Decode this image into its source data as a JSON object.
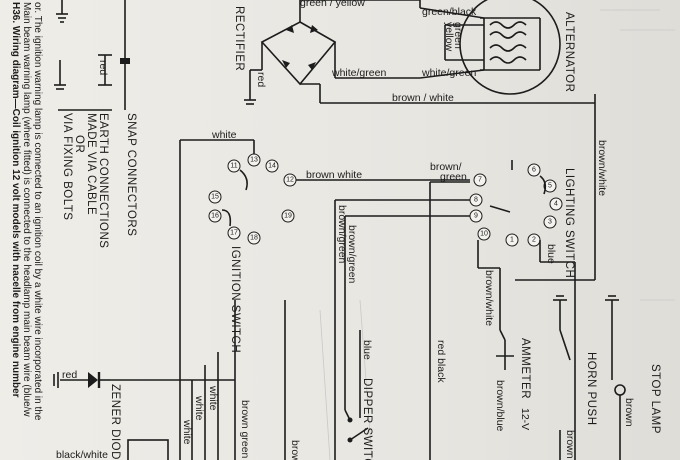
{
  "caption": {
    "line1": "H36. Wiring diagram—Coil ignition 12 volt models with nacelle from engine number",
    "line2": "Main beam warning lamp (where fitted) is connected to the headlamp main beam wire (blue/w",
    "line3": "or. The ignition warning lamp is connected to an ignition coil by a white wire incorporated in the"
  },
  "components": {
    "alternator": "ALTERNATOR",
    "rectifier": "RECTIFIER",
    "lighting_switch": "LIGHTING SWITCH",
    "ignition_switch": "IGNITION SWITCH",
    "ammeter": "AMMETER",
    "horn_push": "HORN PUSH",
    "stop_lamp": "STOP LAMP",
    "dipper_switch": "DIPPER SWITCH",
    "zener_diode": "ZENER DIODE"
  },
  "legend": {
    "snap": "SNAP CONNECTORS",
    "earth1": "EARTH CONNECTIONS",
    "earth2": "MADE VIA CABLE",
    "earth3": "OR",
    "bolts": "VIA FIXING BOLTS"
  },
  "wires": {
    "green_yellow": "green / yellow",
    "green_black": "green/black",
    "green": "green",
    "yellow": "yellow",
    "white_green_1": "white/green",
    "white_green_2": "white/green",
    "brown_white_1": "brown / white",
    "brown_white_2": "brown/white",
    "brown_white_3": "brown  white",
    "brown_white_4": "brown/white",
    "brown_green_1": "brown/",
    "brown_green_2": "green",
    "brown_green_3": "brown/green",
    "brown_green_4": "brown/green",
    "white_1": "white",
    "white_2": "white",
    "white_3": "white",
    "white_4": "white",
    "red_1": "red",
    "red_2": "red",
    "red_3": "red",
    "red_black": "red  black",
    "blue_1": "blue",
    "blue_2": "blue",
    "brown_blue": "brown/blue",
    "brown_1": "brown",
    "brown_2": "brown",
    "brown_3": "brown",
    "brown_green_5": "brown  green",
    "black_white": "black/white",
    "volt": "12-V"
  },
  "terminals": {
    "t11": "11",
    "t12": "12",
    "t13": "13",
    "t14": "14",
    "t15": "15",
    "t16": "16",
    "t17": "17",
    "t18": "18",
    "t19": "19",
    "t1": "1",
    "t2": "2",
    "t3": "3",
    "t4": "4",
    "t5": "5",
    "t6": "6",
    "t7": "7",
    "t8": "8",
    "t9": "9",
    "t10": "10"
  }
}
